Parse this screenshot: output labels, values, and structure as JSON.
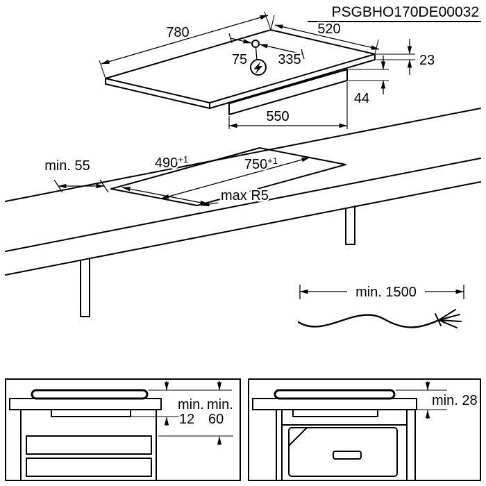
{
  "header": {
    "code": "PSGBHO170DE00032"
  },
  "hob_view": {
    "width": "780",
    "depth": "520",
    "cable_from_left": "75",
    "cable_from_right": "335",
    "thickness": "23",
    "base_height": "44",
    "base_width": "550",
    "power_icon": "lightning-bolt"
  },
  "cutout_view": {
    "rear_clearance": "min. 55",
    "depth": "490",
    "depth_tolerance": "+1",
    "width": "750",
    "width_tolerance": "+1",
    "corner_radius": "max R5"
  },
  "cable": {
    "length": "min. 1500"
  },
  "drawer_section": {
    "gap": {
      "label": "min.",
      "value": "12"
    },
    "clearance": {
      "label": "min.",
      "value": "60"
    }
  },
  "oven_section": {
    "gap": "min. 28"
  }
}
